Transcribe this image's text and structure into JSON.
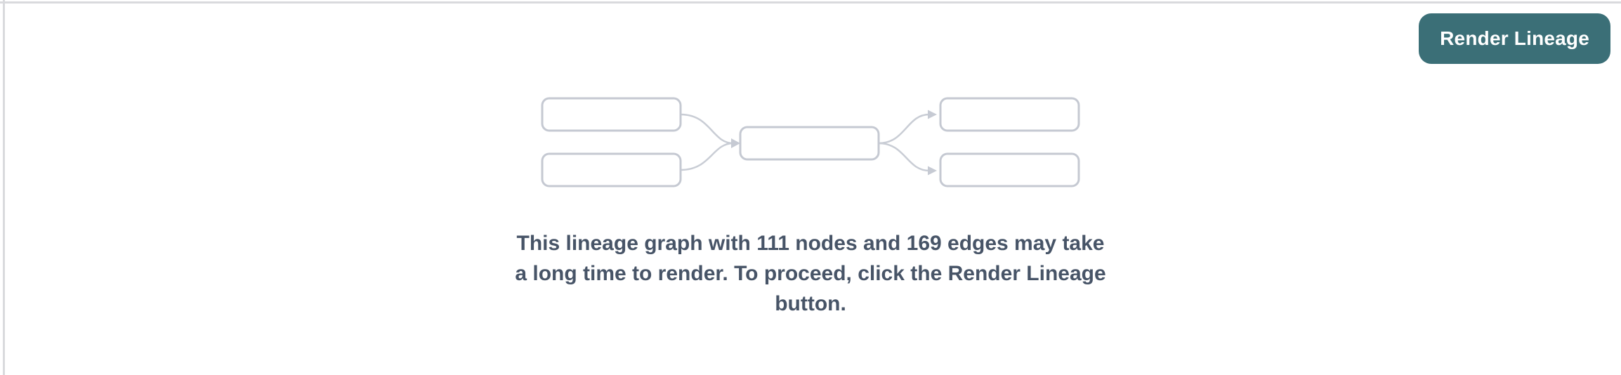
{
  "page": {
    "background_color": "#ffffff",
    "top_border_color": "#d9dadd",
    "left_border_color": "#d9dadd"
  },
  "header": {
    "render_button": {
      "label": "Render Lineage",
      "background_color": "#3b6f77",
      "text_color": "#ffffff"
    }
  },
  "empty_state": {
    "node_count": "111",
    "edge_count": "169",
    "message": "This lineage graph with 111 nodes and 169 edges may take a long time to render. To proceed, click the Render Lineage button.",
    "message_lines": [
      "This lineage graph with 111 nodes and 169 edges may take",
      "a long time to render. To proceed, click the Render Lineage",
      "button."
    ],
    "message_color": "#475467",
    "illustration": {
      "name": "lineage-graph-placeholder",
      "node_count_shown": 5,
      "node_fill_color": "#ffffff",
      "node_border_color": "#c5c9d2",
      "edge_color": "#c9cdd5"
    }
  }
}
